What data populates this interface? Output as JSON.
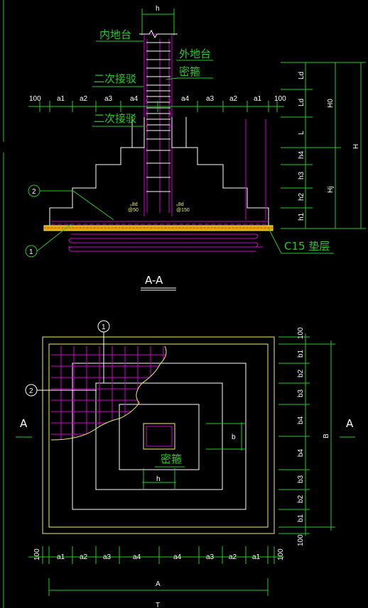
{
  "section": {
    "title": "A-A",
    "labels": {
      "inner_plinth": "内地台",
      "outer_plinth": "外地台",
      "dense_stirrup": "密箍",
      "second_pour_1": "二次接驳",
      "second_pour_2": "二次接驳",
      "cushion": "C15 垫层",
      "callout_1": "1",
      "callout_2": "2",
      "rebar_note_1": "₆8d",
      "rebar_note_1b": "@50",
      "rebar_note_2": "₆8d",
      "rebar_note_2b": "@150"
    },
    "col_width": "h",
    "top_dims": [
      "100",
      "a1",
      "a2",
      "a3",
      "a4",
      "a4",
      "a3",
      "a2",
      "a1",
      "100"
    ],
    "right_dims": [
      "Ld",
      "Ld",
      "L",
      "h4",
      "h3",
      "h2",
      "h1"
    ],
    "right_totals": {
      "H0": "H0",
      "Hj": "Hj",
      "H": "H"
    }
  },
  "plan": {
    "section_mark_left": "A",
    "section_mark_right": "A",
    "callout_1": "1",
    "callout_2": "2",
    "dense_stirrup": "密箍",
    "col_h": "h",
    "col_b": "b",
    "right_dims": [
      "100",
      "b1",
      "b2",
      "b3",
      "b4",
      "b4",
      "b3",
      "b2",
      "b1",
      "100"
    ],
    "right_total": "B",
    "bottom_dims": [
      "100",
      "a1",
      "a2",
      "a3",
      "a4",
      "a4",
      "a3",
      "a2",
      "a1",
      "100"
    ],
    "bottom_total_A": "A",
    "bottom_total_T": "T"
  }
}
